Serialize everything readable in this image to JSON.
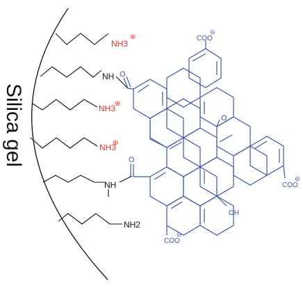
{
  "surface": {
    "label": "Silica gel"
  },
  "colors": {
    "black": "#111111",
    "red": "#e8312b",
    "blue": "#3f58a6"
  },
  "linkers": [
    {
      "label": "NH3",
      "charge": "⊕",
      "kind": "ammonium"
    },
    {
      "label": "NH",
      "kind": "amide"
    },
    {
      "label": "NH3",
      "charge": "⊕",
      "kind": "ammonium"
    },
    {
      "label": "NH3",
      "charge": "⊕",
      "kind": "ammonium"
    },
    {
      "label": "NH",
      "kind": "amide"
    },
    {
      "label": "NH2",
      "kind": "amine"
    }
  ],
  "graphene_oxide": {
    "carboxylates": [
      {
        "label": "COO",
        "charge": "⊖"
      },
      {
        "label": "COO",
        "charge": "⊖"
      },
      {
        "label": "COO",
        "charge": "⊖"
      }
    ],
    "ketone_label": "O",
    "amide_oxygen_labels": [
      "O",
      "O"
    ],
    "hydroxyl_label": "OH"
  }
}
